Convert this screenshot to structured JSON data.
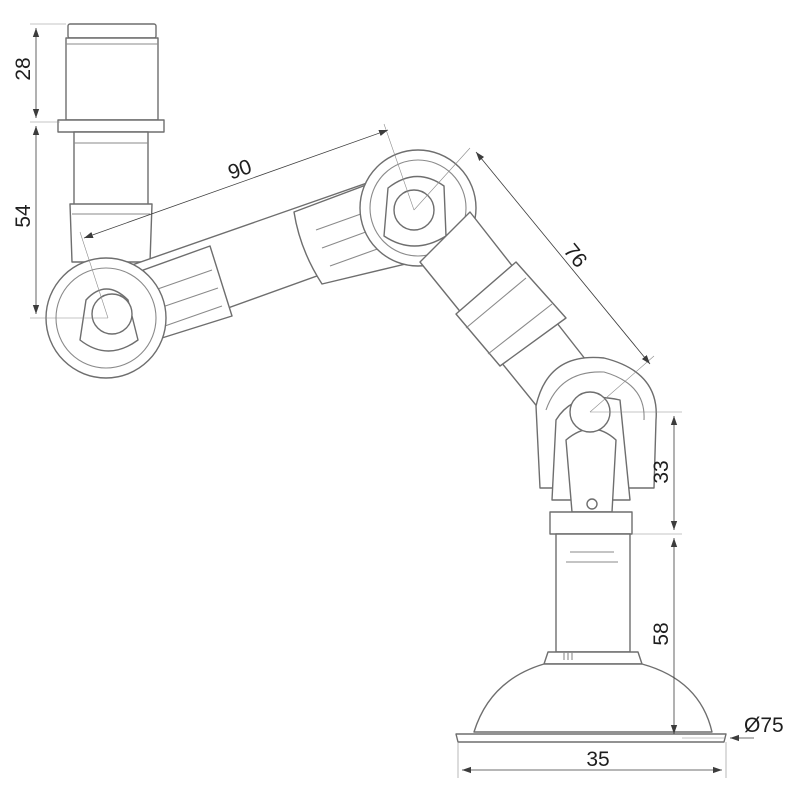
{
  "dimensions": {
    "top_clamp_height": "28",
    "upper_pole_height": "54",
    "first_arm_length": "90",
    "second_arm_length": "76",
    "lower_joint_height": "33",
    "base_stem_height": "58",
    "base_width": "35",
    "base_diameter": "Ø75"
  },
  "colors": {
    "line": "#6e6e6e",
    "dimension_line": "#3c3c3c",
    "text": "#1e1e1e",
    "background": "#ffffff"
  }
}
